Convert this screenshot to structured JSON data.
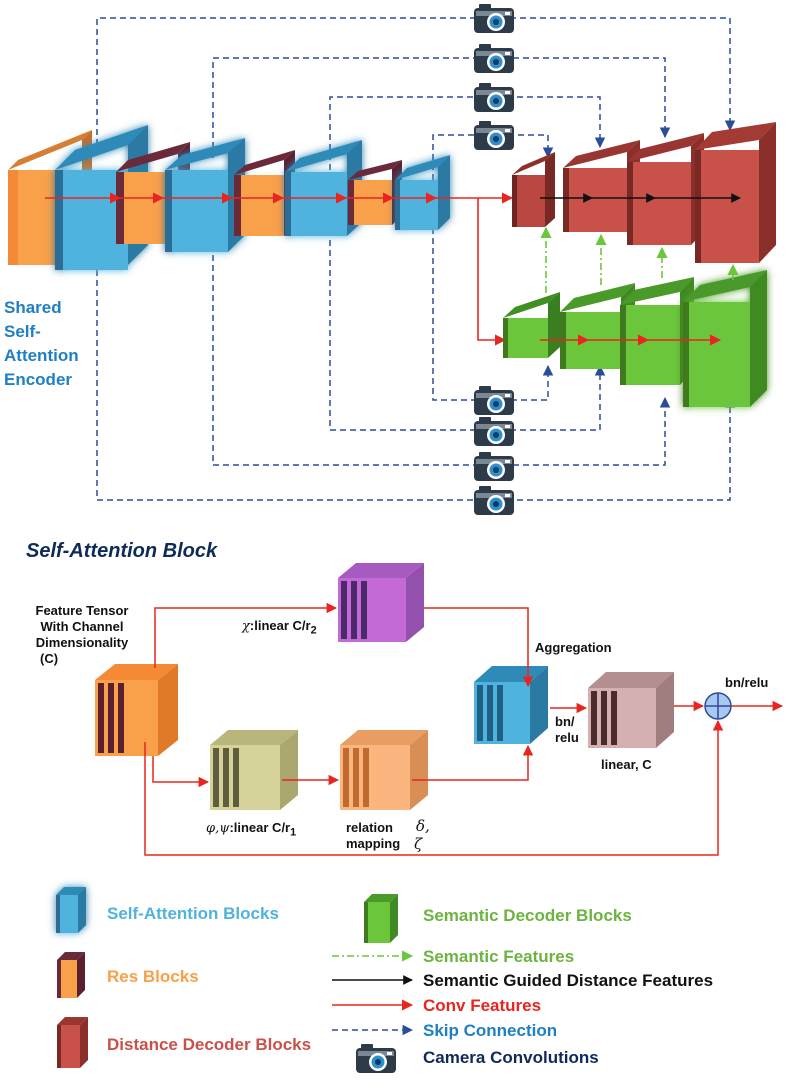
{
  "encoder": {
    "label": "Shared Self-Attention Encoder",
    "label_lines": [
      "Shared",
      "Self-",
      "Attention",
      "Encoder"
    ]
  },
  "self_attention_block": {
    "title": "Self-Attention Block",
    "input_label_lines": [
      "Feature Tensor",
      "With Channel",
      "Dimensionality",
      "(C)"
    ],
    "chi_symbol": "χ",
    "chi_text": ":linear C/r",
    "chi_sub": "2",
    "phi_symbol": "φ,ψ",
    "phi_text": ":linear C/r",
    "phi_sub": "1",
    "relation_lines": [
      "relation",
      "mapping"
    ],
    "delta_symbol": "δ,",
    "zeta_symbol": "ζ",
    "aggregation": "Aggregation",
    "bn_relu_mid_lines": [
      "bn/",
      "relu"
    ],
    "linear_c": "linear, C",
    "bn_relu_out": "bn/relu"
  },
  "legend": {
    "self_attention_blocks": "Self-Attention Blocks",
    "res_blocks": "Res Blocks",
    "distance_decoder_blocks": "Distance Decoder Blocks",
    "semantic_decoder_blocks": "Semantic Decoder Blocks",
    "semantic_features": "Semantic Features",
    "semantic_guided_distance_features": "Semantic Guided Distance Features",
    "conv_features": "Conv Features",
    "skip_connection": "Skip Connection",
    "camera_convolutions": "Camera Convolutions"
  },
  "colors": {
    "self_attention": "#4fb3dd",
    "self_attention_glow": "#4fc8f5",
    "res": "#f9a04b",
    "res_dark": "#6b2a3a",
    "distance_decoder": "#c8524a",
    "semantic_decoder": "#6cc63c",
    "semantic_features_text": "#6cb33f",
    "semantic_guided_text": "#111111",
    "conv_features_text": "#e8261f",
    "skip_connection_text": "#1f7fc4",
    "camera_text": "#0f2a5a",
    "conv_arrow": "#e8261f",
    "skip_arrow": "#2b4c9b",
    "semantic_arrow": "#6cc63c",
    "purple_block": "#c36ad6",
    "khaki_block": "#d6d39a",
    "peach_block": "#fbb57f",
    "brown_block": "#d5b0b0"
  },
  "icons": [
    "camera-icon",
    "circled-plus-icon"
  ]
}
